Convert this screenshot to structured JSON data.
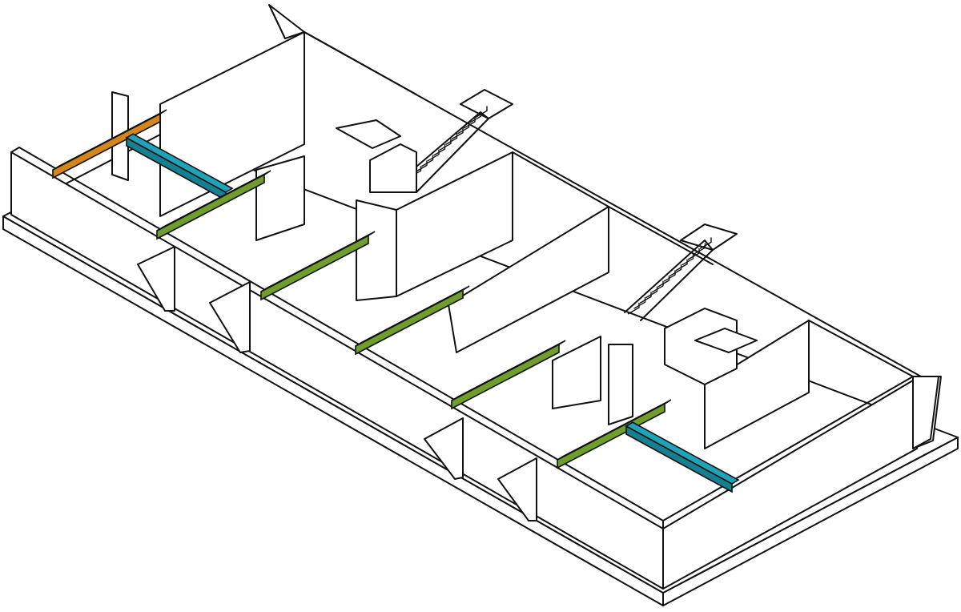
{
  "diagram": {
    "kind": "isometric-building-section",
    "colors": {
      "background": "#ffffff",
      "line": "#111111",
      "wall_fill": "#ffffff",
      "green_beam": "#8dc63f",
      "green_beam_shade": "#6f9e2c",
      "orange_beam": "#f7a823",
      "orange_beam_shade": "#d4861a",
      "teal_beam": "#1fa3b8",
      "teal_beam_shade": "#167f90"
    },
    "beams": [
      {
        "id": "beam-orange",
        "color": "orange"
      },
      {
        "id": "beam-teal-left",
        "color": "teal"
      },
      {
        "id": "beam-green-1",
        "color": "green"
      },
      {
        "id": "beam-green-2",
        "color": "green"
      },
      {
        "id": "beam-green-3",
        "color": "green"
      },
      {
        "id": "beam-green-4",
        "color": "green"
      },
      {
        "id": "beam-green-5",
        "color": "green"
      },
      {
        "id": "beam-teal-right",
        "color": "teal"
      }
    ],
    "staircases": 2,
    "buttresses": 4
  }
}
